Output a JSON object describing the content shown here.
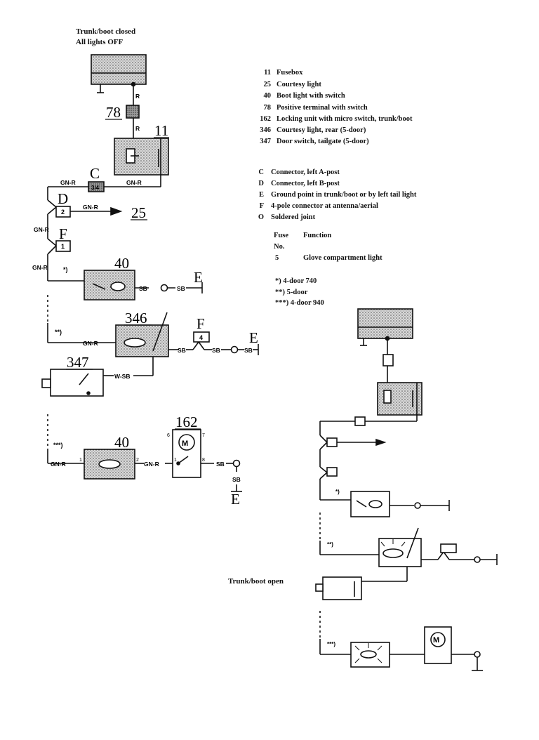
{
  "header": {
    "line1": "Trunk/boot closed",
    "line2": "All lights OFF"
  },
  "legend": {
    "items": [
      {
        "code": "11",
        "text": "Fusebox"
      },
      {
        "code": "25",
        "text": "Courtesy light"
      },
      {
        "code": "40",
        "text": "Boot light with switch"
      },
      {
        "code": "78",
        "text": "Positive terminal with switch"
      },
      {
        "code": "162",
        "text": "Locking unit with micro switch, trunk/boot"
      },
      {
        "code": "346",
        "text": "Courtesy light, rear (5-door)"
      },
      {
        "code": "347",
        "text": "Door switch, tailgate (5-door)"
      }
    ],
    "letters": [
      {
        "code": "C",
        "text": "Connector, left A-post"
      },
      {
        "code": "D",
        "text": "Connector, left B-post"
      },
      {
        "code": "E",
        "text": "Ground point in trunk/boot or by left tail light"
      },
      {
        "code": "F",
        "text": "4-pole connector at antenna/aerial"
      },
      {
        "code": "O",
        "text": "Soldered joint"
      }
    ],
    "fuse_header": {
      "col1": "Fuse",
      "col1b": "No.",
      "col2": "Function"
    },
    "fuse_row": {
      "no": "5",
      "function": "Glove compartment light"
    },
    "notes": [
      "*) 4-door 740",
      "**) 5-door",
      "***) 4-door 940"
    ]
  },
  "diagram": {
    "labels": {
      "c78": "78",
      "c11": "11",
      "conn_c": "C",
      "conn_d": "D",
      "conn_f": "F",
      "c25": "25",
      "c40a": "40",
      "c346": "346",
      "c347": "347",
      "c40b": "40",
      "c162": "162",
      "e1": "E",
      "e2": "E",
      "e3": "E",
      "conn_c_pin": "3/4",
      "conn_d_pin": "2",
      "conn_f_pin": "1",
      "f4_pin": "4",
      "note1": "*)",
      "note2": "**)",
      "note3": "***)",
      "m1": "M",
      "m2": "M",
      "pin1": "1",
      "pin2": "2",
      "pin3": "1",
      "pin6": "6",
      "pin7": "7",
      "pin8": "8"
    },
    "wires": {
      "r1": "R",
      "r2": "R",
      "gnr1": "GN-R",
      "gnr2": "GN-R",
      "gnr3": "GN-R",
      "gnr4": "GN-R",
      "gnr5": "GN-R",
      "gnr6": "GN-R",
      "gnr7": "GN-R",
      "gnr8": "GN-R",
      "sb1": "SB",
      "sb2": "SB",
      "sb3": "SB",
      "sb4": "SB",
      "sb5": "SB",
      "sb6": "SB",
      "sb7": "SB",
      "wsb": "W-SB"
    },
    "open_label": "Trunk/boot open"
  }
}
